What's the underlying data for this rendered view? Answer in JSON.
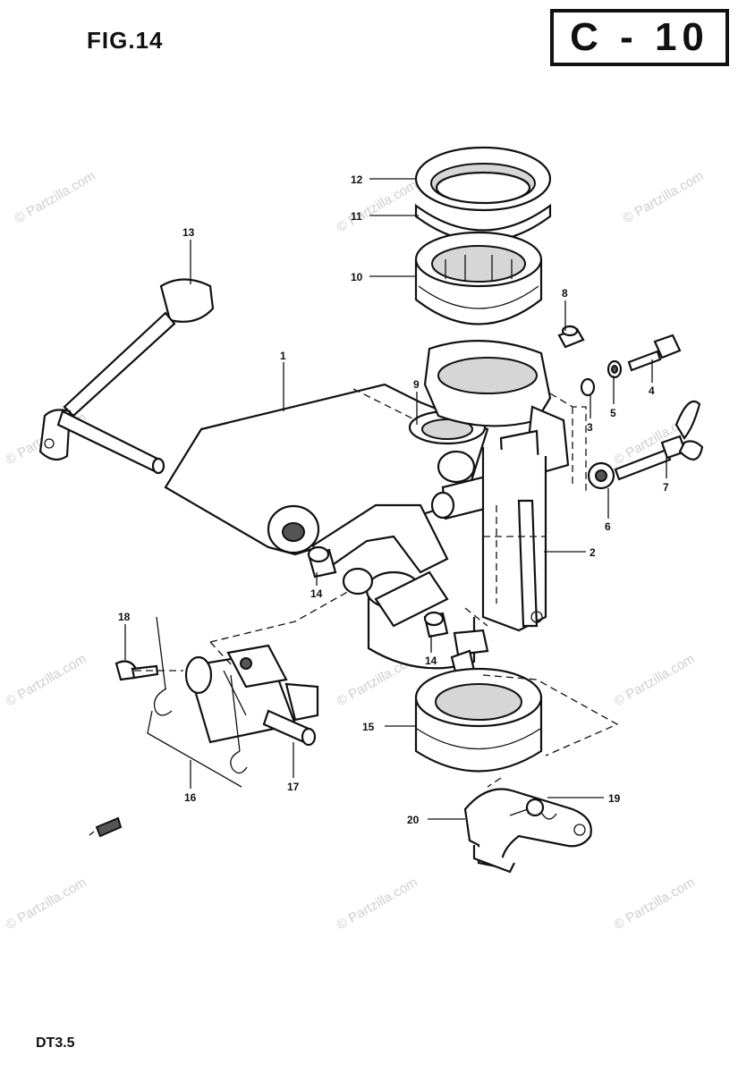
{
  "figure": {
    "title": "FIG.14",
    "page_code": "C - 10",
    "model": "DT3.5"
  },
  "watermark": "© Partzilla.com",
  "callouts": {
    "c1": "1",
    "c2": "2",
    "c3": "3",
    "c4": "4",
    "c5": "5",
    "c6": "6",
    "c7": "7",
    "c8": "8",
    "c9": "9",
    "c10": "10",
    "c11": "11",
    "c12": "12",
    "c13": "13",
    "c14a": "14",
    "c14b": "14",
    "c15": "15",
    "c16": "16",
    "c17": "17",
    "c18": "18",
    "c19": "19",
    "c20": "20"
  }
}
